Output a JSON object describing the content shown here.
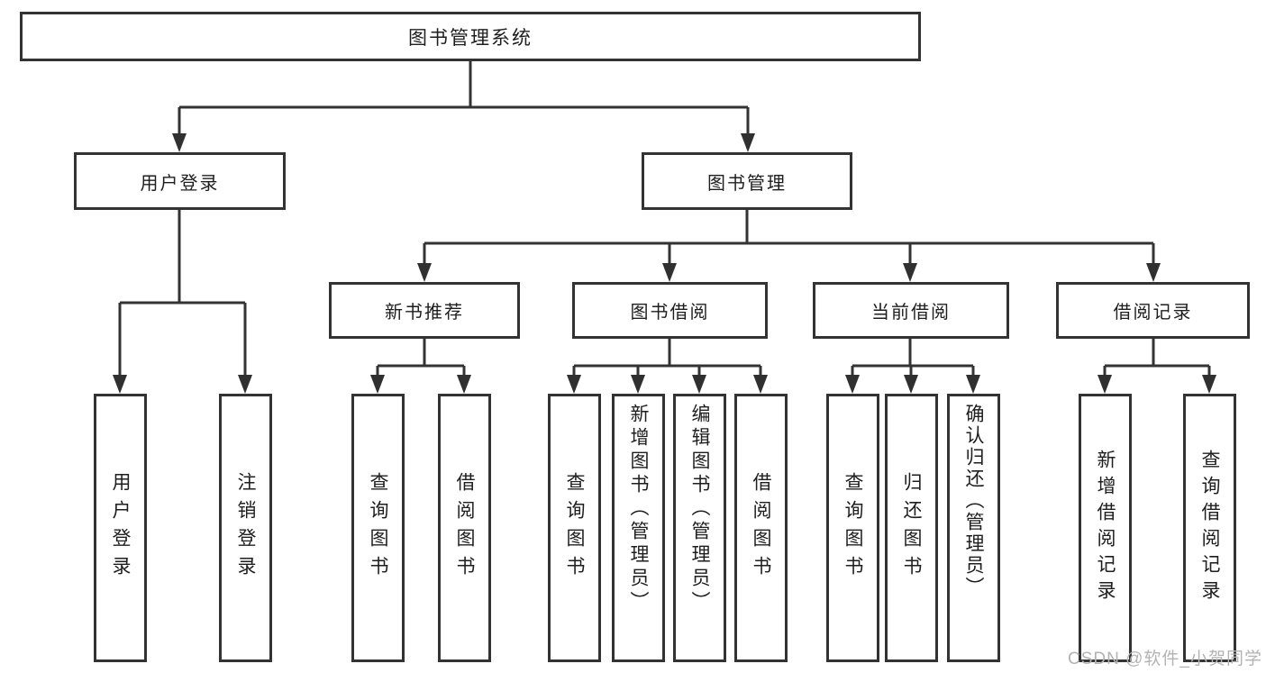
{
  "diagram": {
    "root": {
      "label": "图书管理系统"
    },
    "login": {
      "label": "用户登录",
      "children": [
        {
          "label": "用户登录"
        },
        {
          "label": "注销登录"
        }
      ]
    },
    "management": {
      "label": "图书管理",
      "sections": [
        {
          "label": "新书推荐",
          "children": [
            {
              "label": "查询图书"
            },
            {
              "label": "借阅图书"
            }
          ]
        },
        {
          "label": "图书借阅",
          "children": [
            {
              "label": "查询图书"
            },
            {
              "label": "新增图书（管理员）"
            },
            {
              "label": "编辑图书（管理员）"
            },
            {
              "label": "借阅图书"
            }
          ]
        },
        {
          "label": "当前借阅",
          "children": [
            {
              "label": "查询图书"
            },
            {
              "label": "归还图书"
            },
            {
              "label": "确认归还（管理员）"
            }
          ]
        },
        {
          "label": "借阅记录",
          "children": [
            {
              "label": "新增借阅记录"
            },
            {
              "label": "查询借阅记录"
            }
          ]
        }
      ]
    }
  },
  "watermark": {
    "text": "CSDN @软件_小贺同学"
  },
  "colors": {
    "line": "#333333",
    "arrow": "#303030",
    "text": "#1e1e1e",
    "watermark_gray": "#b3b3b3",
    "background": "#ffffff"
  }
}
